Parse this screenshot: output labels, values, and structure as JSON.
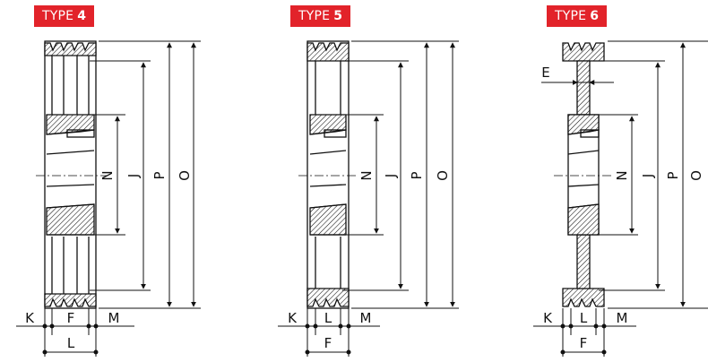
{
  "types": [
    {
      "prefix": "TYPE",
      "number": "4"
    },
    {
      "prefix": "TYPE",
      "number": "5"
    },
    {
      "prefix": "TYPE",
      "number": "6"
    }
  ],
  "dims": {
    "N": "N",
    "J": "J",
    "P": "P",
    "O": "O",
    "K": "K",
    "F": "F",
    "M": "M",
    "L": "L",
    "E": "E"
  },
  "colors": {
    "badge": "#e2232a",
    "line": "#111111"
  }
}
